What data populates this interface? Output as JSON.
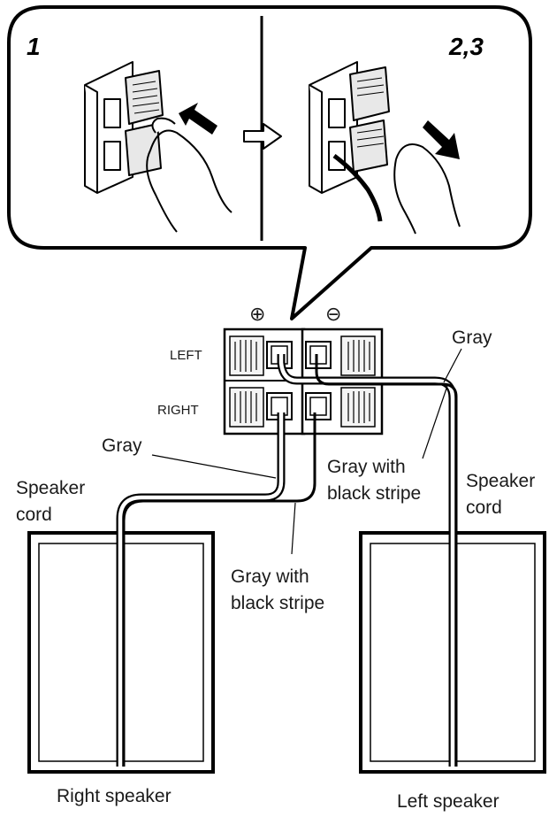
{
  "callout": {
    "step_left": "1",
    "step_right": "2,3"
  },
  "terminal": {
    "plus_symbol": "⊕",
    "minus_symbol": "⊖",
    "row_left": "LEFT",
    "row_right": "RIGHT"
  },
  "labels": {
    "gray_top_right": "Gray",
    "gray_left": "Gray",
    "stripe_center_line1": "Gray with",
    "stripe_center_line2": "black stripe",
    "stripe_lower_line1": "Gray with",
    "stripe_lower_line2": "black stripe",
    "cord_left_line1": "Speaker",
    "cord_left_line2": "cord",
    "cord_right_line1": "Speaker",
    "cord_right_line2": "cord"
  },
  "speakers": {
    "right": "Right speaker",
    "left": "Left speaker"
  }
}
